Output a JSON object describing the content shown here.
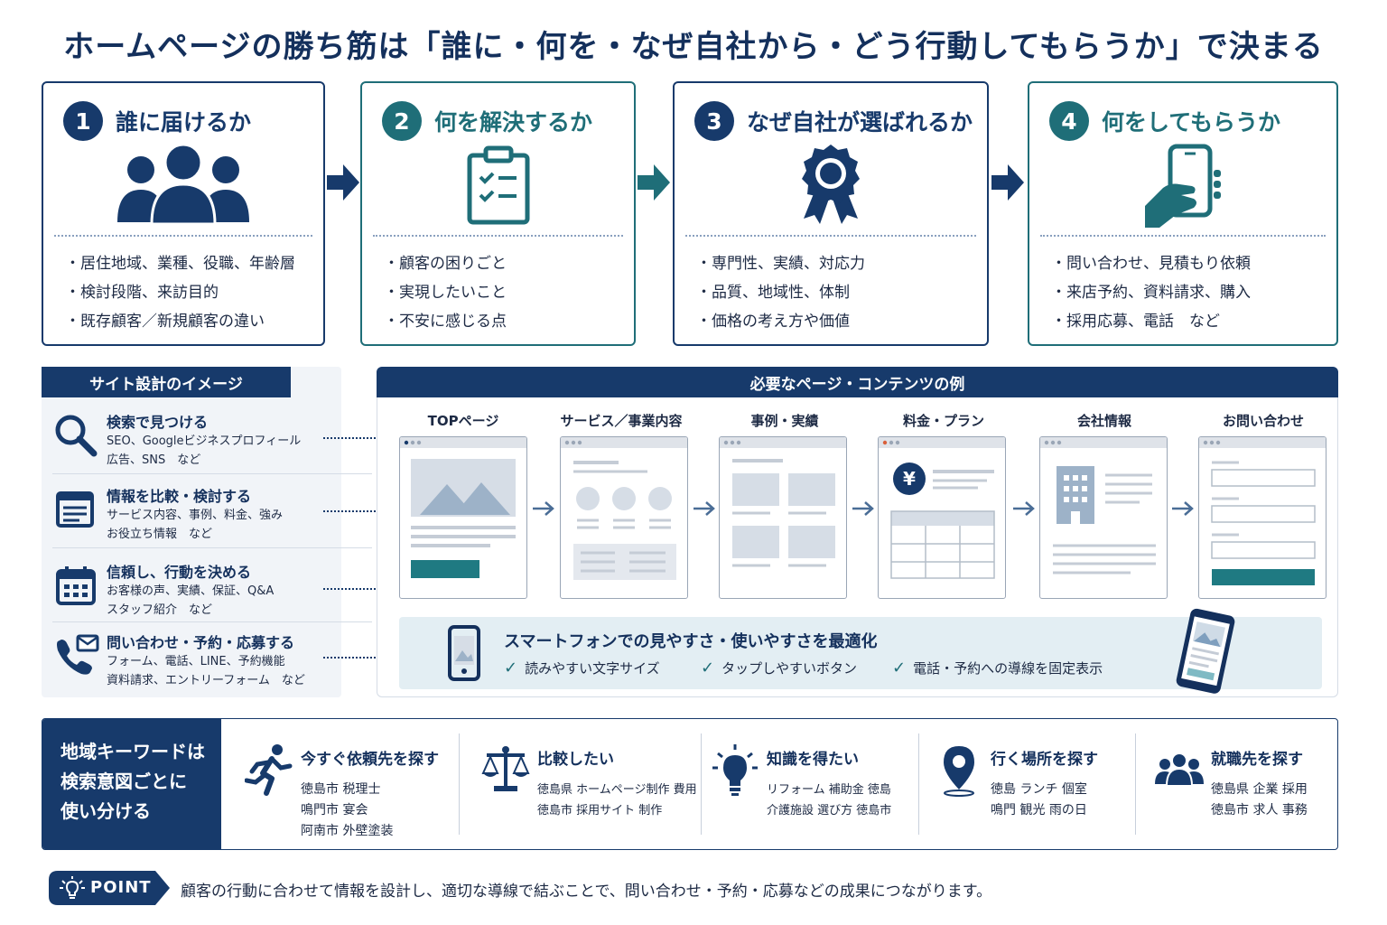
{
  "title": "ホームページの勝ち筋は「誰に・何を・なぜ自社から・どう行動してもらうか」で決まる",
  "steps": [
    {
      "number": "1",
      "title": "誰に届けるか",
      "icon": "people-group-icon",
      "bullets": [
        "居住地域、業種、役職、年齢層",
        "検討段階、来訪目的",
        "既存顧客／新規顧客の違い"
      ]
    },
    {
      "number": "2",
      "title": "何を解決するか",
      "icon": "clipboard-checklist-icon",
      "bullets": [
        "顧客の困りごと",
        "実現したいこと",
        "不安に感じる点"
      ]
    },
    {
      "number": "3",
      "title": "なぜ自社が選ばれるか",
      "icon": "award-ribbon-icon",
      "bullets": [
        "専門性、実績、対応力",
        "品質、地域性、体制",
        "価格の考え方や価値"
      ]
    },
    {
      "number": "4",
      "title": "何をしてもらうか",
      "icon": "hand-smartphone-icon",
      "bullets": [
        "問い合わせ、見積もり依頼",
        "来店予約、資料請求、購入",
        "採用応募、電話　など"
      ]
    }
  ],
  "site_design": {
    "heading": "サイト設計のイメージ",
    "items": [
      {
        "title": "検索で見つける",
        "icon": "search-icon",
        "desc": [
          "SEO、Googleビジネスプロフィール",
          "広告、SNS　など"
        ]
      },
      {
        "title": "情報を比較・検討する",
        "icon": "document-list-icon",
        "desc": [
          "サービス内容、事例、料金、強み",
          "お役立ち情報　など"
        ]
      },
      {
        "title": "信頼し、行動を決める",
        "icon": "calendar-icon",
        "desc": [
          "お客様の声、実績、保証、Q&A",
          "スタッフ紹介　など"
        ]
      },
      {
        "title": "問い合わせ・予約・応募する",
        "icon": "phone-mail-icon",
        "desc": [
          "フォーム、電話、LINE、予約機能",
          "資料請求、エントリーフォーム　など"
        ]
      }
    ]
  },
  "pages": {
    "heading": "必要なページ・コンテンツの例",
    "items": [
      "TOPページ",
      "サービス／事業内容",
      "事例・実績",
      "料金・プラン",
      "会社情報",
      "お問い合わせ"
    ],
    "price_symbol": "¥",
    "smartphone": {
      "title": "スマートフォンでの見やすさ・使いやすさを最適化",
      "checks": [
        "読みやすい文字サイズ",
        "タップしやすいボタン",
        "電話・予約への導線を固定表示"
      ]
    }
  },
  "keywords": {
    "heading": [
      "地域キーワードは",
      "検索意図ごとに",
      "使い分ける"
    ],
    "columns": [
      {
        "title": "今すぐ依頼先を探す",
        "icon": "running-person-icon",
        "lines": [
          "徳島市 税理士",
          "鳴門市 宴会",
          "阿南市 外壁塗装"
        ]
      },
      {
        "title": "比較したい",
        "icon": "balance-scale-icon",
        "lines": [
          "徳島県 ホームページ制作 費用",
          "徳島市 採用サイト 制作"
        ]
      },
      {
        "title": "知識を得たい",
        "icon": "lightbulb-icon",
        "lines": [
          "リフォーム 補助金 徳島",
          "介護施設 選び方 徳島市"
        ]
      },
      {
        "title": "行く場所を探す",
        "icon": "map-pin-icon",
        "lines": [
          "徳島 ランチ 個室",
          "鳴門 観光 雨の日"
        ]
      },
      {
        "title": "就職先を探す",
        "icon": "people-group-icon",
        "lines": [
          "徳島県 企業 採用",
          "徳島市 求人 事務"
        ]
      }
    ]
  },
  "point": {
    "label": "POINT",
    "text": "顧客の行動に合わせて情報を設計し、適切な導線で結ぶことで、問い合わせ・予約・応募などの成果につながります。"
  },
  "colors": {
    "navy": "#173a6b",
    "teal": "#1f6e78",
    "light_bg": "#e3eef3"
  }
}
